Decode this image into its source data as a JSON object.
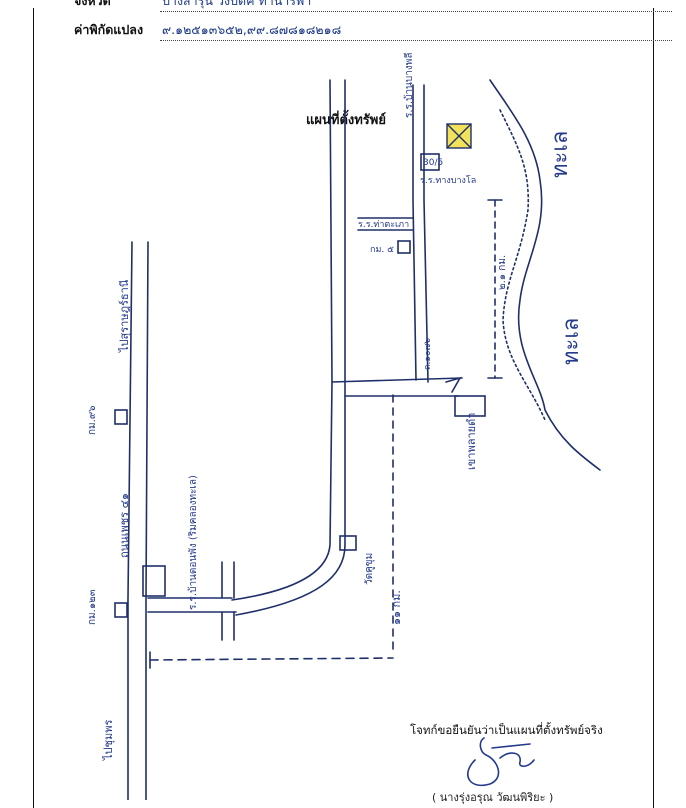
{
  "header": {
    "district_label": "จังหวัด",
    "district_value": "ปางสารุน วังปิดค์ ทำนาร้พา",
    "coord_label": "ค่าพิกัดแปลง",
    "coord_value": "๙.๑๒๕๑๓๖๕๒,๙๙.๘๗๘๑๘๒๑๘"
  },
  "map": {
    "title": "แผนที่ตั้งทรัพย์",
    "labels": {
      "sea_top": "ทะเล",
      "sea_bottom": "ทะเล",
      "road_left_top": "ไปสุราษฎร์ธานี",
      "road_left_mid": "ถนนเพชร ๔๑",
      "road_bottom": "ไปชุมพร",
      "km_marker_1": "กม.๙๖",
      "km_marker_2": "กม.๑๒๓",
      "school": "ร.ร.บ้านบางพลี",
      "house_no": "30/5",
      "shop": "ร.ร.ทางบางโล",
      "junction": "ร.ร.ท่าตะเภา",
      "km_small": "กม. ๕",
      "distance_right": "๒.๑ กม.",
      "road_label": "ถ.๑๐๗๖",
      "temple": "วัดคูขุม",
      "landmark": "เขาพลายดำ",
      "school_left": "ร.ร.บ้านดอนพัง (ริมคลองทะเล)",
      "distance_bottom": "๑๑ กม."
    }
  },
  "footer": {
    "certify": "โจทก์ขอยืนยันว่าเป็นแผนที่ตั้งทรัพย์จริง",
    "signer": "( นางรุ่งอรุณ วัฒนพิริยะ )"
  }
}
